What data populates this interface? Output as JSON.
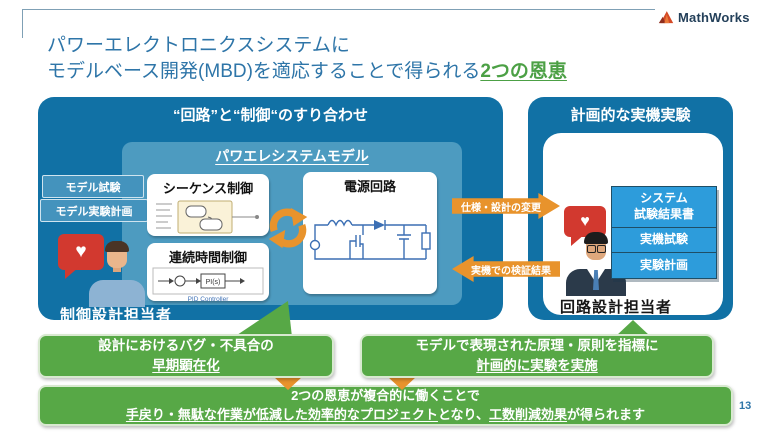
{
  "slide": {
    "title_line1": "パワーエレクトロニクスシステムに",
    "title_line2_prefix": "モデルベース開発(MBD)を適応することで得られる",
    "title_line2_highlight": "2つの恩恵",
    "logo_text": "MathWorks",
    "page_number": "13"
  },
  "left_panel": {
    "header": "“回路”と“制御“のすり合わせ",
    "model_title": "パワエレシステムモデル",
    "label_test": "モデル試験",
    "label_plan": "モデル実験計画",
    "block_sequence": "シーケンス制御",
    "block_continuous": "連続時間制御",
    "block_power": "電源回路",
    "pi_label": "PI(s)",
    "pid_caption": "PID Controller",
    "person_label": "制御設計担当者"
  },
  "flow_arrows": {
    "spec_change": "仕様・設計の変更",
    "verify_result": "実機での検証結果"
  },
  "right_panel": {
    "header": "計画的な実機実験",
    "doc1_line1": "システム",
    "doc1_line2": "試験結果書",
    "doc2": "実機試験",
    "doc3": "実験計画",
    "person_label": "回路設計担当者"
  },
  "benefits": {
    "left_line1": "設計におけるバグ・不具合の",
    "left_line2": "早期顕在化",
    "right_line1": "モデルで表現された原理・原則を指標に",
    "right_line2": "計画的に実験を実施",
    "bottom_line1": "2つの恩恵が複合的に働くことで",
    "bottom_u1": "手戻り・無駄な作業が低減した効率的なプロジェクト",
    "bottom_mid": "となり、",
    "bottom_u2": "工数削減効果",
    "bottom_end": "が得られます"
  },
  "colors": {
    "primary_blue": "#1171A5",
    "panel_blue": "#4D9BC0",
    "doc_blue": "#2D9CDB",
    "green": "#57A846",
    "orange": "#E8932C",
    "red": "#D2392F",
    "title_blue": "#2E75A8",
    "title_green": "#4CA045"
  }
}
